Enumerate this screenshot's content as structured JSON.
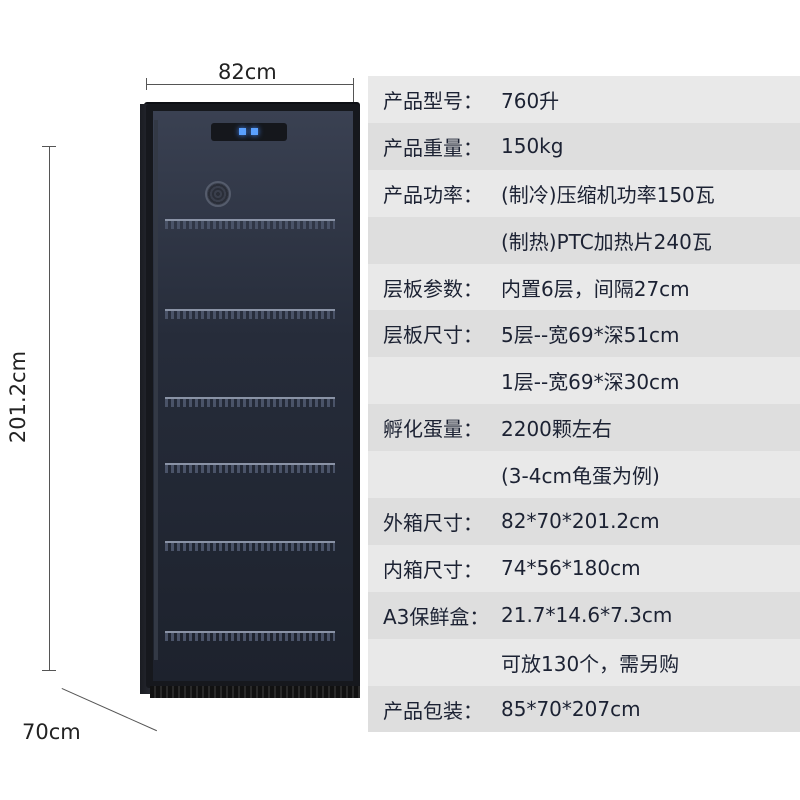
{
  "dimensions": {
    "width": "82cm",
    "height": "201.2cm",
    "depth": "70cm"
  },
  "specs": [
    {
      "label": "产品型号：",
      "value": "760升"
    },
    {
      "label": "产品重量：",
      "value": "150kg"
    },
    {
      "label": "产品功率：",
      "value": "(制冷)压缩机功率150瓦"
    },
    {
      "label": "",
      "value": "(制热)PTC加热片240瓦"
    },
    {
      "label": "层板参数：",
      "value": "内置6层，间隔27cm"
    },
    {
      "label": "层板尺寸：",
      "value": "5层--宽69*深51cm"
    },
    {
      "label": "",
      "value": "1层--宽69*深30cm"
    },
    {
      "label": "孵化蛋量：",
      "value": "2200颗左右"
    },
    {
      "label": "",
      "value": "(3-4cm龟蛋为例)"
    },
    {
      "label": "外箱尺寸：",
      "value": "82*70*201.2cm"
    },
    {
      "label": "内箱尺寸：",
      "value": "74*56*180cm"
    },
    {
      "label": "A3保鲜盒：",
      "value": "21.7*14.6*7.3cm"
    },
    {
      "label": "",
      "value": "可放130个，需另购"
    },
    {
      "label": "产品包装：",
      "value": "85*70*207cm"
    }
  ]
}
